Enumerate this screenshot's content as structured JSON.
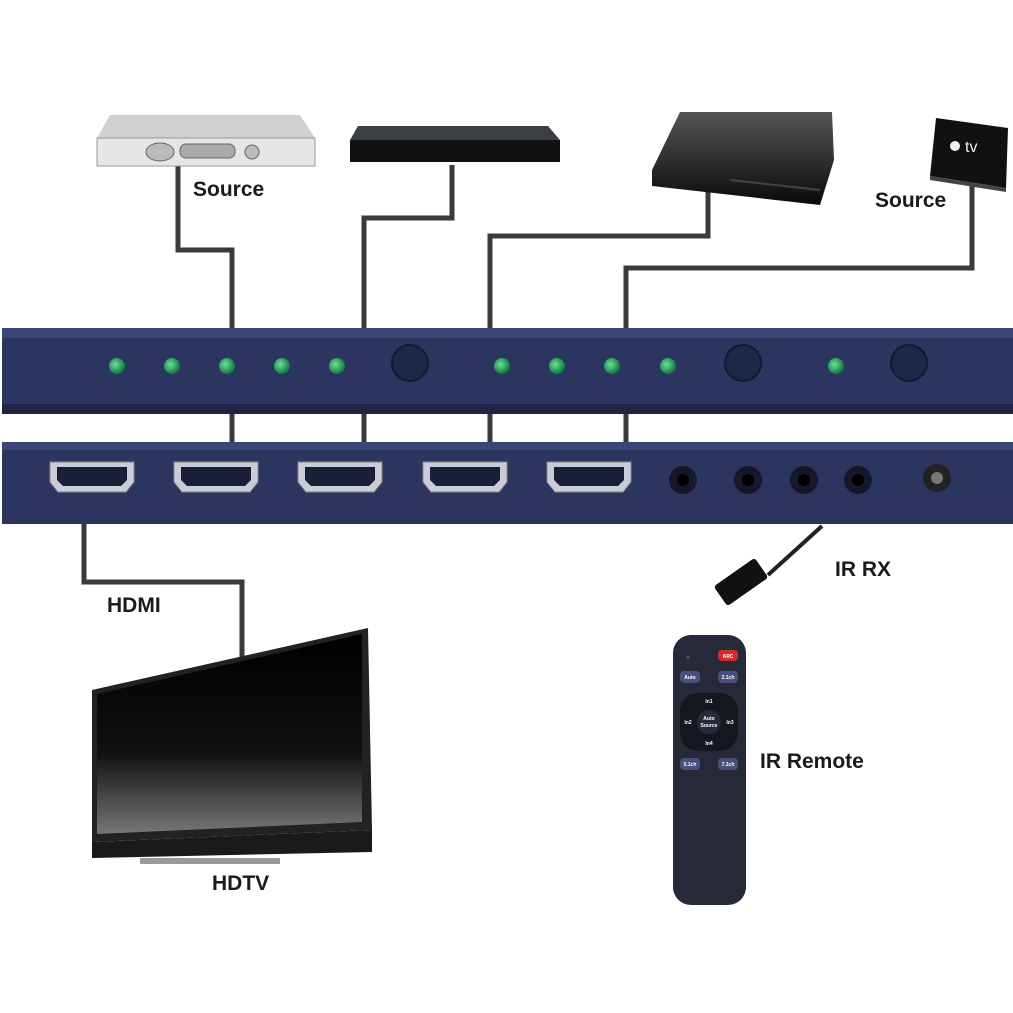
{
  "labels": {
    "source_left": "Source",
    "source_right": "Source",
    "hdmi": "HDMI",
    "hdtv": "HDTV",
    "ir_rx": "IR RX",
    "ir_remote": "IR Remote"
  },
  "apple_tv_logo": "tv",
  "remote_buttons": {
    "arc": "ARC",
    "auto": "Auto",
    "ch21": "2.1ch",
    "in1": "In1",
    "in2": "In2",
    "in3": "In3",
    "in4": "In4",
    "auto_source_1": "Auto",
    "auto_source_2": "Source",
    "ch51": "5.1ch",
    "ch71": "7.1ch"
  },
  "colors": {
    "chassis": "#2b3560",
    "led": "#1fa85a",
    "cable": "#3a3a3a",
    "arc": "#d8282c"
  }
}
